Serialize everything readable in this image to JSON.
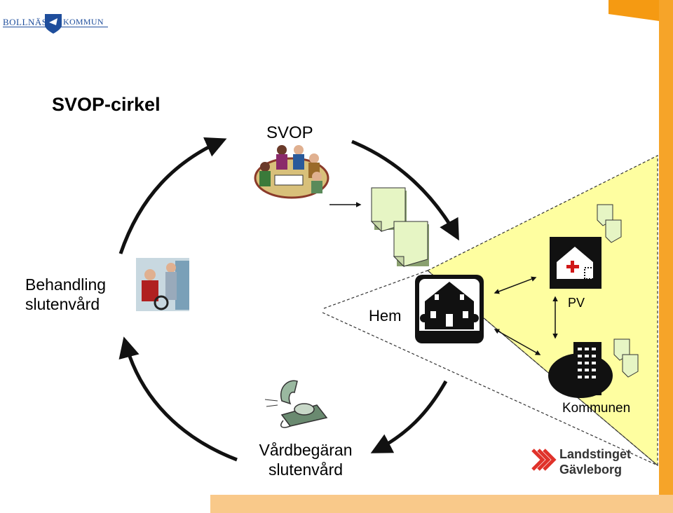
{
  "header": {
    "logo_left": "BOLLNÄS",
    "logo_right": "KOMMUN"
  },
  "slide": {
    "title": "SVOP-cirkel",
    "svop": "SVOP",
    "behandling_line1": "Behandling",
    "behandling_line2": "slutenvård",
    "hem": "Hem",
    "pv": "PV",
    "kommunen": "Kommunen",
    "vardbegaran_line1": "Vårdbegäran",
    "vardbegaran_line2": "slutenvård"
  },
  "footer_logo": {
    "line1": "Landstinget",
    "line2": "Gävleborg"
  },
  "colors": {
    "orange_frame": "#f59a12",
    "yellow_zone": "#fefea0",
    "document_green": "#e6f5c4",
    "logo_blue": "#1f4e9c",
    "landsting_red": "#e0322a"
  }
}
